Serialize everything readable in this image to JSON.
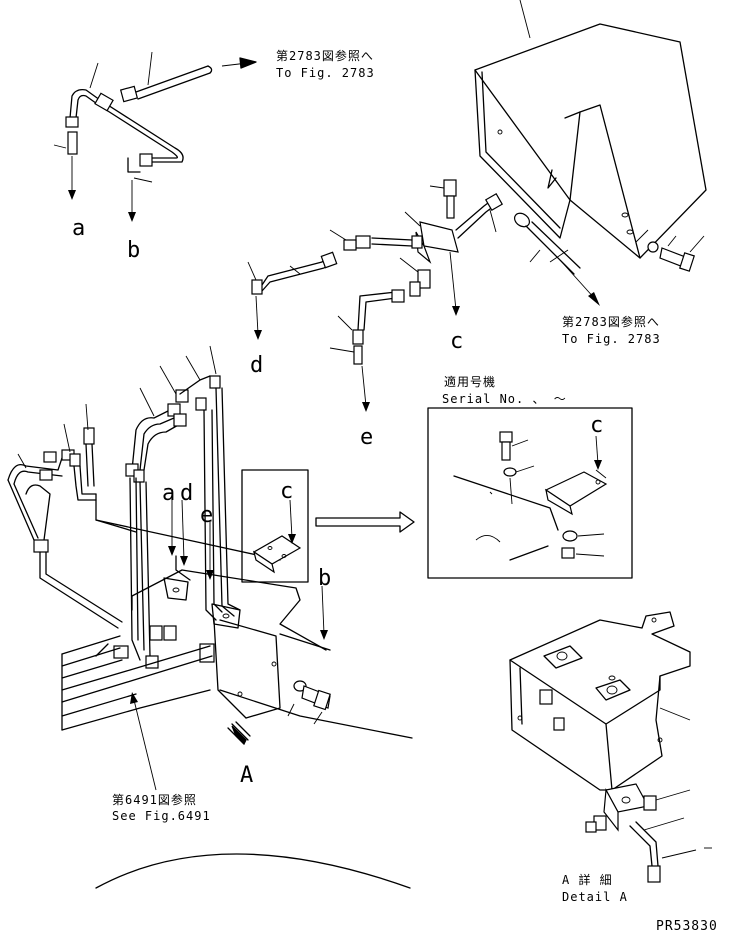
{
  "labels": {
    "a": "a",
    "b": "b",
    "c_top": "c",
    "d_top": "d",
    "e_top": "e",
    "c_box": "c",
    "a_mid": "a",
    "d_mid": "d",
    "e_mid": "e",
    "b_mid": "b",
    "c_serial": "c",
    "A_view": "A"
  },
  "references": {
    "fig2783_top_jp": "第2783図参照へ",
    "fig2783_top_en": "To Fig. 2783",
    "fig2783_mid_jp": "第2783図参照へ",
    "fig2783_mid_en": "To Fig. 2783",
    "fig6491_jp": "第6491図参照",
    "fig6491_en": "See Fig.6491",
    "serial_jp": "適用号機",
    "serial_en": "Serial No.   、 ～",
    "detail_jp": "A 詳 細",
    "detail_en": "Detail A"
  },
  "drawing_code": "PR53830"
}
